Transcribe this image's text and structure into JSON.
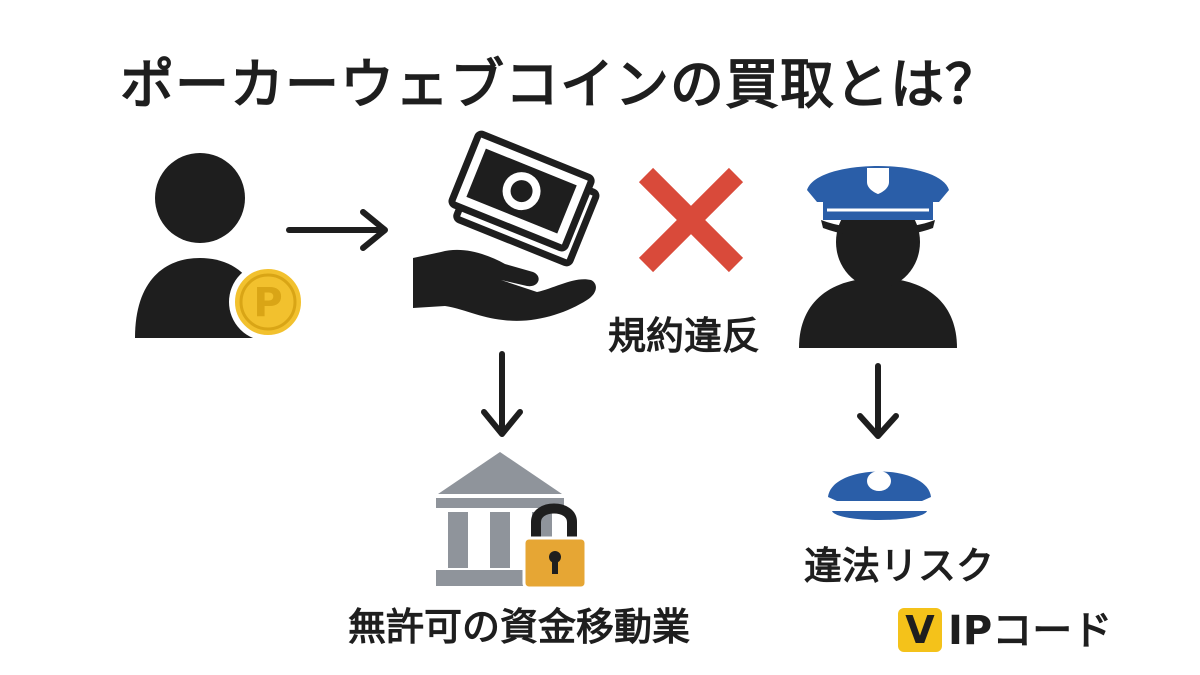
{
  "title": "ポーカーウェブコインの買取とは？",
  "labels": {
    "violation": "規約違反",
    "unlicensed": "無許可の資金移動業",
    "illegal": "違法リスク"
  },
  "coin_letter": "P",
  "logo": {
    "v": "V",
    "rest": "IPコード"
  },
  "colors": {
    "dark": "#1e1e1e",
    "coin": "#f2c12e",
    "cross": "#d94a3a",
    "police_blue": "#2a5ea8",
    "bank_gray": "#8f949b",
    "lock_gold": "#e6a634"
  }
}
